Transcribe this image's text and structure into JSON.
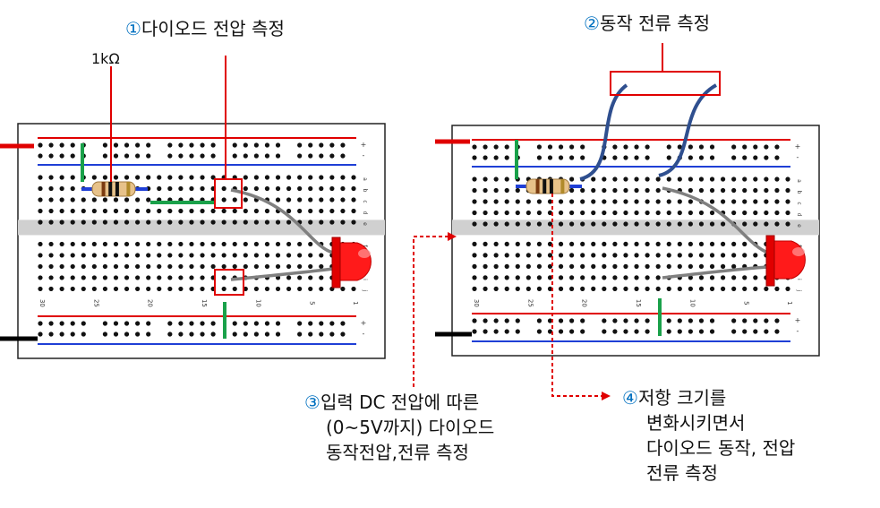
{
  "labels": {
    "diode_voltage": {
      "marker": "①",
      "text": "다이오드 전압 측정"
    },
    "resistor_value": "1kΩ",
    "operating_current": {
      "marker": "②",
      "text": "동작 전류 측정"
    },
    "input_dc": {
      "marker": "③",
      "lines": [
        "입력 DC 전압에 따른",
        "(0~5V까지) 다이오드",
        "동작전압,전류 측정"
      ]
    },
    "resistor_change": {
      "marker": "④",
      "lines": [
        "저항 크기를",
        "변화시키면서",
        "다이오드 동작, 전압",
        "전류 측정"
      ]
    }
  },
  "breadboard": {
    "row_labels_top": [
      "a",
      "b",
      "c",
      "d",
      "e"
    ],
    "row_labels_bottom": [
      "f",
      "g",
      "h",
      "i",
      "j"
    ],
    "rail_signs": [
      "+",
      "-"
    ],
    "column_numbers": [
      "30",
      "25",
      "20",
      "15",
      "10",
      "5",
      "1"
    ]
  },
  "colors": {
    "annotation": "#e00000",
    "rail_positive": "#e00000",
    "rail_negative": "#1f3fd6",
    "jumper_green": "#1aa14a",
    "led": "#ff1a1a",
    "probe_wire": "#2f4f8f",
    "lead_wire": "#808080",
    "marker_text": "#0070c0",
    "channel": "#d0d0d0"
  },
  "icons": [
    "led-icon",
    "resistor-icon"
  ]
}
